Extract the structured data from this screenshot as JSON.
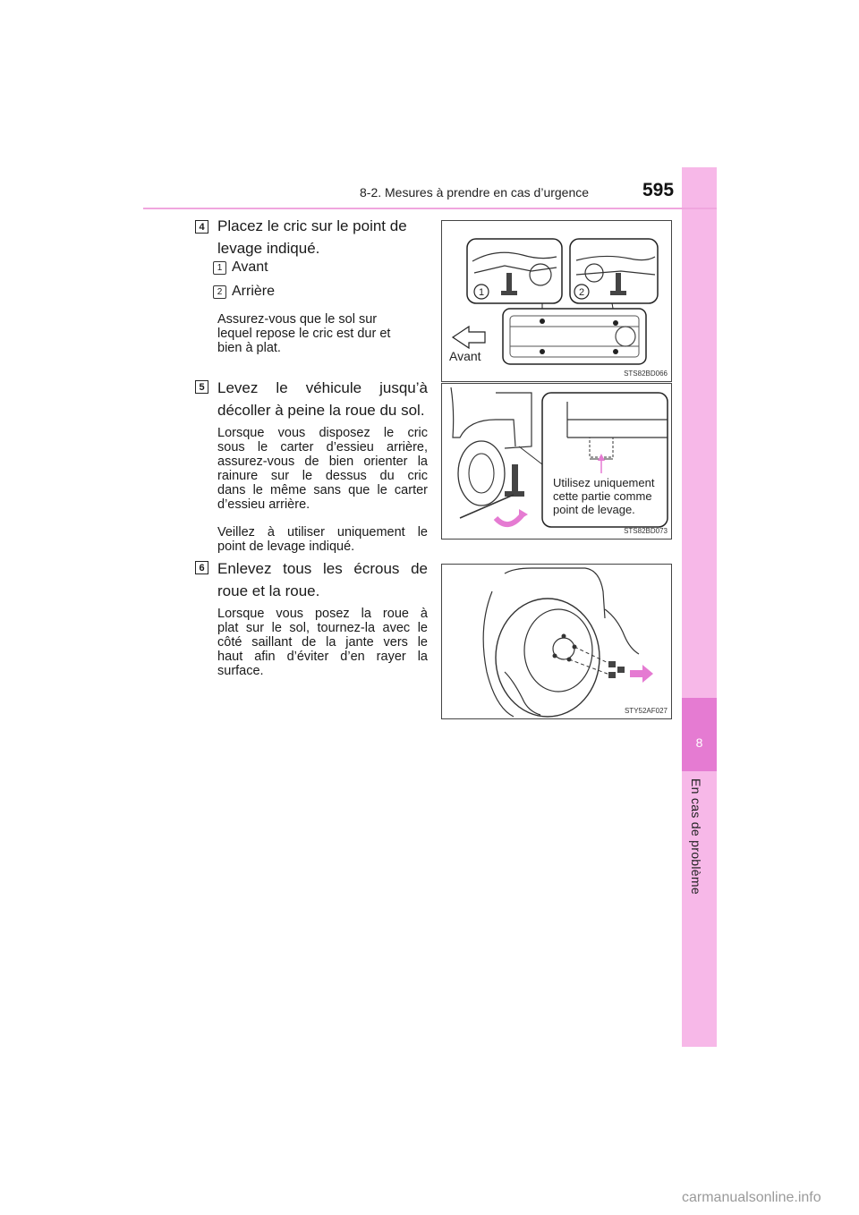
{
  "header": {
    "section_title": "8-2. Mesures à prendre en cas d’urgence",
    "page_number": "595"
  },
  "side_tab": {
    "chapter_number": "8",
    "chapter_label": "En cas de problème",
    "accent_color": "#f7b8e8",
    "active_color": "#e57bd2"
  },
  "steps": [
    {
      "number": "4",
      "title_lines": [
        "Placez le cric sur le point de",
        "levage indiqué."
      ],
      "sub_items": [
        {
          "marker": "1",
          "label": "Avant"
        },
        {
          "marker": "2",
          "label": "Arrière"
        }
      ],
      "notes": [
        [
          "Assurez-vous que le sol sur",
          "lequel repose le cric est dur et",
          "bien à plat."
        ]
      ],
      "figure": {
        "code": "STS82BD066",
        "front_label": "Avant",
        "markers": [
          "1",
          "2"
        ]
      }
    },
    {
      "number": "5",
      "title_lines": [
        "Levez le véhicule jusqu’à",
        "décoller à peine la roue du sol."
      ],
      "notes": [
        [
          "Lorsque vous disposez le cric",
          "sous le carter d’essieu arrière,",
          "assurez-vous de bien orienter la",
          "rainure sur le dessus du cric",
          "dans le même sans que le carter",
          "d’essieu arrière."
        ],
        [
          "Veillez à utiliser uniquement le",
          "point de levage indiqué."
        ]
      ],
      "figure": {
        "code": "STS82BD073",
        "callout_lines": [
          "Utilisez uniquement",
          "cette partie comme",
          "point de levage."
        ]
      }
    },
    {
      "number": "6",
      "title_lines": [
        "Enlevez tous les écrous de",
        "roue et la roue."
      ],
      "notes": [
        [
          "Lorsque vous posez la roue à",
          "plat sur le sol, tournez-la avec le",
          "côté saillant de la jante vers le",
          "haut afin d’éviter d’en rayer la",
          "surface."
        ]
      ],
      "figure": {
        "code": "STY52AF027"
      }
    }
  ],
  "watermark": "carmanualsonline.info"
}
